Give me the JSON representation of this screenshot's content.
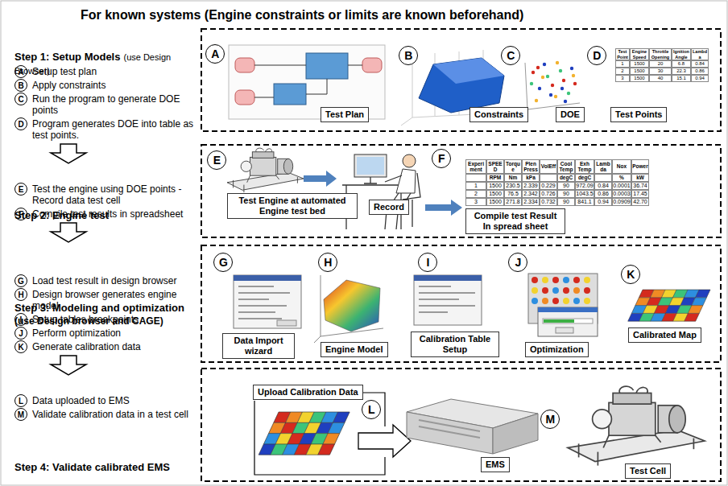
{
  "diagram": {
    "title": "For known systems (Engine constraints or limits are known beforehand)",
    "nodes": [
      {
        "text": [
          "A",
          "Setup test plan"
        ]
      },
      {
        "text": [
          "B",
          "Apply constraints"
        ]
      },
      {
        "text": [
          "C",
          "Run the program to generate DOE points"
        ]
      },
      {
        "text": [
          "D",
          "Program generates DOE into table as test points."
        ]
      },
      {
        "text": [
          "E",
          "Test the engine using DOE points -Record data test cell"
        ]
      },
      {
        "text": [
          "F",
          "Compile test results in spreadsheet"
        ]
      },
      {
        "text": [
          "G",
          "Load test result in design browser"
        ]
      },
      {
        "text": [
          "H",
          "Design browser generates engine model"
        ]
      },
      {
        "text": [
          "I",
          "Setup tables breakpoints"
        ]
      },
      {
        "text": [
          "J",
          "Perform optimization"
        ]
      },
      {
        "text": [
          "K",
          "Generate calibration data"
        ]
      },
      {
        "text": [
          "L",
          "Data uploaded to EMS"
        ]
      },
      {
        "text": [
          "M",
          "Validate calibration data in a test cell"
        ]
      },
      {
        "text": [
          "A"
        ]
      },
      {
        "text": [
          "B"
        ]
      },
      {
        "text": [
          "C"
        ]
      },
      {
        "text": [
          "D"
        ]
      },
      {
        "text": [
          "E"
        ]
      },
      {
        "text": [
          "F"
        ]
      },
      {
        "text": [
          "G"
        ]
      },
      {
        "text": [
          "H"
        ]
      },
      {
        "text": [
          "I"
        ]
      },
      {
        "text": [
          "J"
        ]
      },
      {
        "text": [
          "K"
        ]
      },
      {
        "text": [
          "L"
        ]
      },
      {
        "text": [
          "M"
        ]
      },
      {
        "text": [
          "Test Plan"
        ]
      },
      {
        "text": [
          "Constraints"
        ]
      },
      {
        "text": [
          "DOE"
        ]
      },
      {
        "text": [
          "Test Points"
        ]
      },
      {
        "text": [
          "Test Engine at automated Engine test bed"
        ]
      },
      {
        "text": [
          "Record"
        ]
      },
      {
        "text": [
          "Compile test Result In spread sheet"
        ]
      },
      {
        "text": [
          "Data Import wizard"
        ]
      },
      {
        "text": [
          "Engine Model"
        ]
      },
      {
        "text": [
          "Calibration Table Setup"
        ]
      },
      {
        "text": [
          "Optimization"
        ]
      },
      {
        "text": [
          "Calibrated Map"
        ]
      },
      {
        "text": [
          "Upload Calibration Data"
        ]
      },
      {
        "text": [
          "EMS"
        ]
      },
      {
        "text": [
          "Test Cell"
        ]
      }
    ],
    "labels": [
      "Step 1: Setup Models",
      "(use Design Browser)",
      "Step 2: Engine test",
      "Step 3: Modeling and optimization",
      "(use Design browser and CAGE)",
      "Step 4: Validate calibrated EMS",
      "Test Point",
      "Engine Speed",
      "Throttle Opening",
      "Ignition Angle",
      "Lambda",
      "1",
      "1500",
      "20",
      "6.8",
      "0.84",
      "2",
      "1500",
      "30",
      "22.3",
      "0.86",
      "3",
      "1500",
      "40",
      "15.1",
      "0.94",
      "Experiment",
      "SPEED",
      "Torque",
      "Plen Press",
      "VolEff",
      "Cool Temp",
      "Exh Temp",
      "Lambda",
      "Nox",
      "Power",
      "RPM",
      "Nm",
      "kPa",
      "degC",
      "degC",
      "%",
      "kW",
      "1",
      "1500",
      "230.5",
      "2.339",
      "0.229",
      "90",
      "972.09",
      "0.84",
      "0.0001",
      "36.74",
      "2",
      "1500",
      "76.5",
      "2.342",
      "0.726",
      "90",
      "1043.5",
      "0.86",
      "0.0003",
      "17.45",
      "3",
      "1500",
      "271.8",
      "2.334",
      "0.732",
      "90",
      "841.1",
      "0.94",
      "0.0909",
      "42.70"
    ]
  }
}
